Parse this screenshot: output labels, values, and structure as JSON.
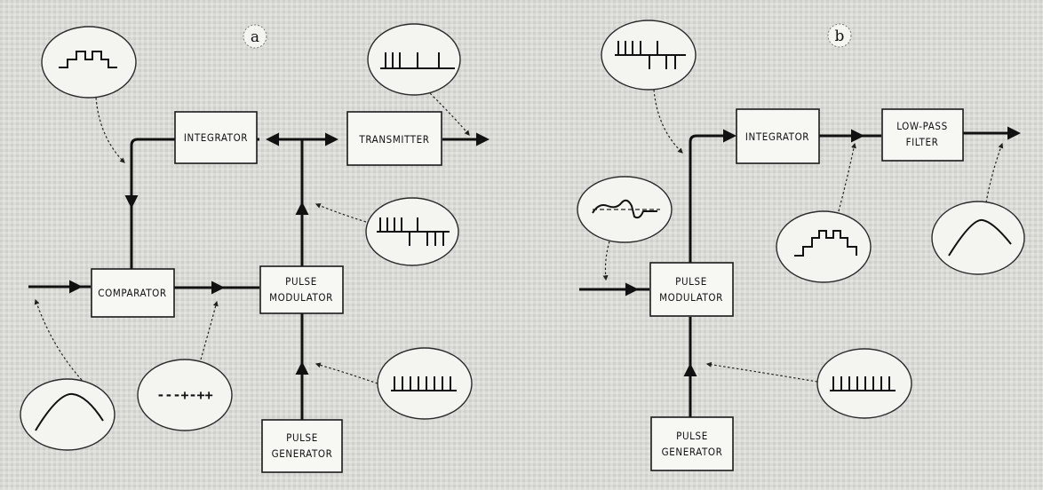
{
  "panels": {
    "a": {
      "tag": "a",
      "blocks": {
        "integrator": [
          "INTEGRATOR"
        ],
        "transmitter": [
          "TRANSMITTER"
        ],
        "comparator": [
          "COMPARATOR"
        ],
        "pulse_modulator": [
          "PULSE",
          "MODULATOR"
        ],
        "pulse_generator": [
          "PULSE",
          "GENERATOR"
        ]
      },
      "sign_sequence": "---+-++"
    },
    "b": {
      "tag": "b",
      "blocks": {
        "integrator": [
          "INTEGRATOR"
        ],
        "low_pass_filter": [
          "LOW-PASS",
          "FILTER"
        ],
        "pulse_modulator": [
          "PULSE",
          "MODULATOR"
        ],
        "pulse_generator": [
          "PULSE",
          "GENERATOR"
        ]
      }
    }
  },
  "colors": {
    "ink": "#111111",
    "paper": "#d9d9d6",
    "box_fill": "#f7f7f4"
  }
}
